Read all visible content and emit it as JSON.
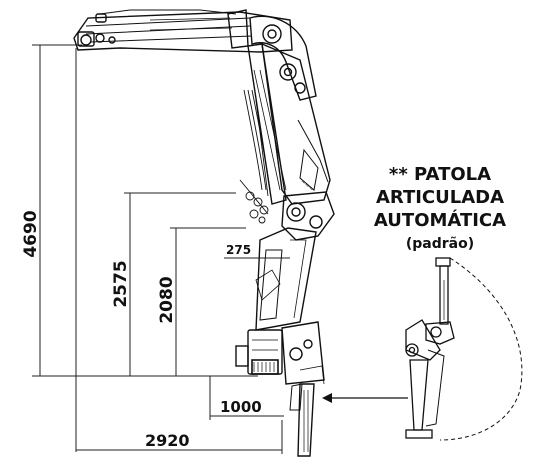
{
  "dimensions": {
    "overall_height": "4690",
    "boom_pivot_height": "2575",
    "lower_pivot_height": "2080",
    "small_offset": "275",
    "inner_width": "1000",
    "outer_width": "2920"
  },
  "callout": {
    "line1": "** PATOLA",
    "line2": "ARTICULADA",
    "line3": "AUTOMÁTICA",
    "line4": "(padrão)"
  }
}
